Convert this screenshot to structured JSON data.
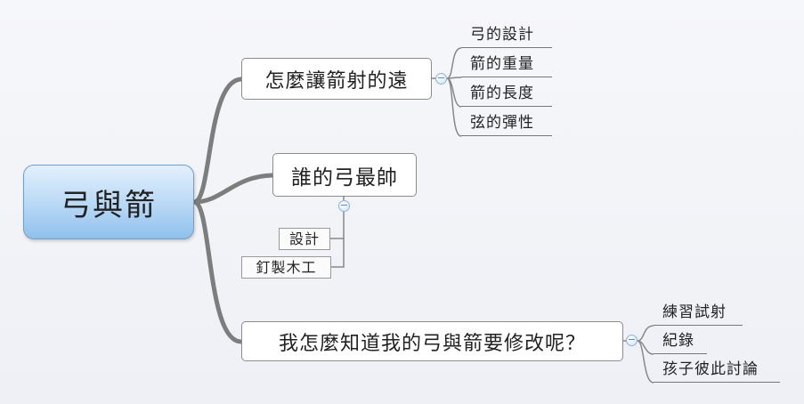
{
  "mindmap": {
    "root": {
      "label": "弓與箭"
    },
    "branches": [
      {
        "label": "怎麼讓箭射的遠",
        "children": [
          "弓的設計",
          "箭的重量",
          "箭的長度",
          "弦的彈性"
        ],
        "collapse_symbol": "−"
      },
      {
        "label": "誰的弓最帥",
        "children": [
          "設計",
          "釘製木工"
        ],
        "collapse_symbol": "−"
      },
      {
        "label": "我怎麼知道我的弓與箭要修改呢？",
        "children": [
          "練習試射",
          "紀錄",
          "孩子彼此討論"
        ],
        "collapse_symbol": "−"
      }
    ]
  },
  "colors": {
    "root_fill": "#b8d8f5",
    "root_border": "#6f9fcc",
    "connector": "#808080",
    "collapse_icon": "#4d7fbd"
  },
  "icons": {
    "collapse": "collapse-minus-icon"
  }
}
